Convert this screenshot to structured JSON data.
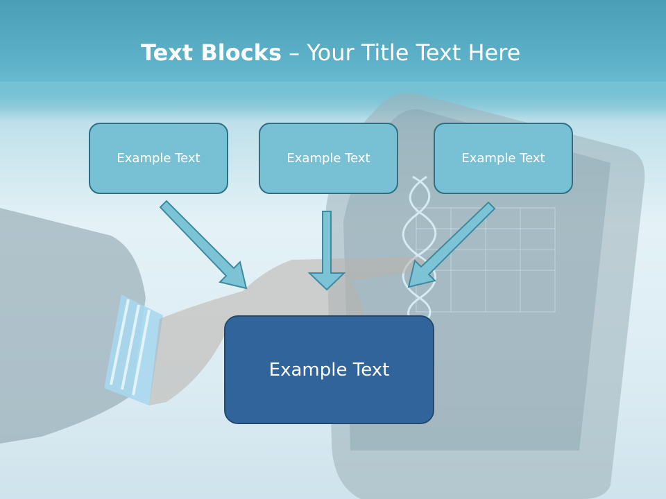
{
  "slide": {
    "title_bold": "Text Blocks",
    "title_dash": " – ",
    "title_rest": "Your Title Text Here",
    "blocks": [
      {
        "label": "Example Text"
      },
      {
        "label": "Example Text"
      },
      {
        "label": "Example Text"
      }
    ],
    "main_block": {
      "label": "Example Text"
    }
  },
  "colors": {
    "header": "#5db2c9",
    "block_fill": "#78c1d4",
    "block_border": "#2e6f84",
    "main_fill": "#30649a",
    "arrow_fill": "#7cc3d6"
  }
}
